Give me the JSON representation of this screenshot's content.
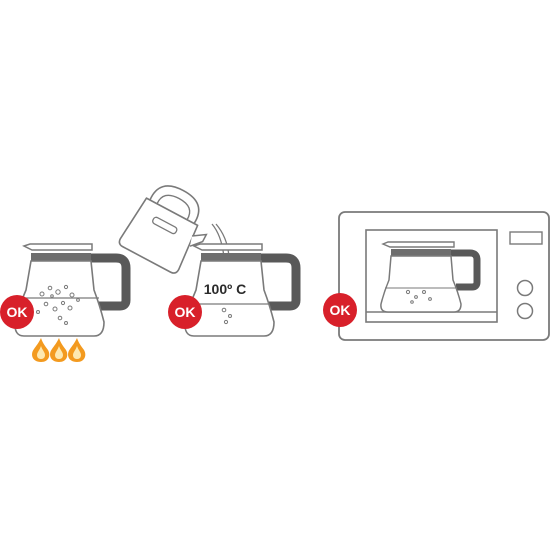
{
  "panels": [
    {
      "id": "stovetop",
      "badge_label": "OK",
      "badge_color": "#d8202a",
      "icon": "flame-icon"
    },
    {
      "id": "boiling-water",
      "badge_label": "OK",
      "badge_color": "#d8202a",
      "temperature_label": "100º C",
      "icon": "kettle-icon"
    },
    {
      "id": "microwave",
      "badge_label": "OK",
      "badge_color": "#d8202a",
      "icon": "microwave-icon"
    }
  ],
  "colors": {
    "outline": "#7a7a7a",
    "handle": "#595959",
    "band": "#6e6e6e",
    "flame_outer": "#f39a1f",
    "flame_inner": "#fde8b0"
  }
}
